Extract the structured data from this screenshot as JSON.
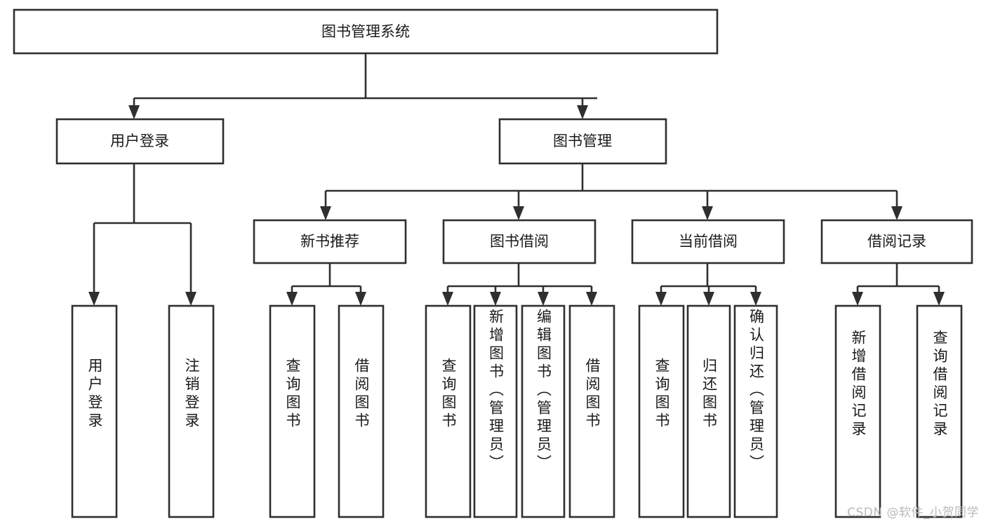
{
  "diagram": {
    "type": "tree",
    "title": "图书管理系统",
    "watermark": "CSDN @软件_小贺同学",
    "colors": {
      "stroke": "#2f2f2f",
      "fill": "#ffffff",
      "text": "#1a1a1a",
      "watermark": "#b9b9b9"
    },
    "levels": {
      "root": {
        "label": "图书管理系统"
      },
      "level2": [
        {
          "label": "用户登录"
        },
        {
          "label": "图书管理"
        }
      ],
      "level3": [
        {
          "label": "新书推荐"
        },
        {
          "label": "图书借阅"
        },
        {
          "label": "当前借阅"
        },
        {
          "label": "借阅记录"
        }
      ],
      "leaves": {
        "user_login": [
          {
            "label": "用户登录"
          },
          {
            "label": "注销登录"
          }
        ],
        "new_book_recommend": [
          {
            "label": "查询图书"
          },
          {
            "label": "借阅图书"
          }
        ],
        "book_borrow": [
          {
            "label": "查询图书"
          },
          {
            "label": "新增图书（管理员）"
          },
          {
            "label": "编辑图书（管理员）"
          },
          {
            "label": "借阅图书"
          }
        ],
        "current_borrow": [
          {
            "label": "查询图书"
          },
          {
            "label": "归还图书"
          },
          {
            "label": "确认归还（管理员）"
          }
        ],
        "borrow_record": [
          {
            "label": "新增借阅记录"
          },
          {
            "label": "查询借阅记录"
          }
        ]
      }
    }
  }
}
